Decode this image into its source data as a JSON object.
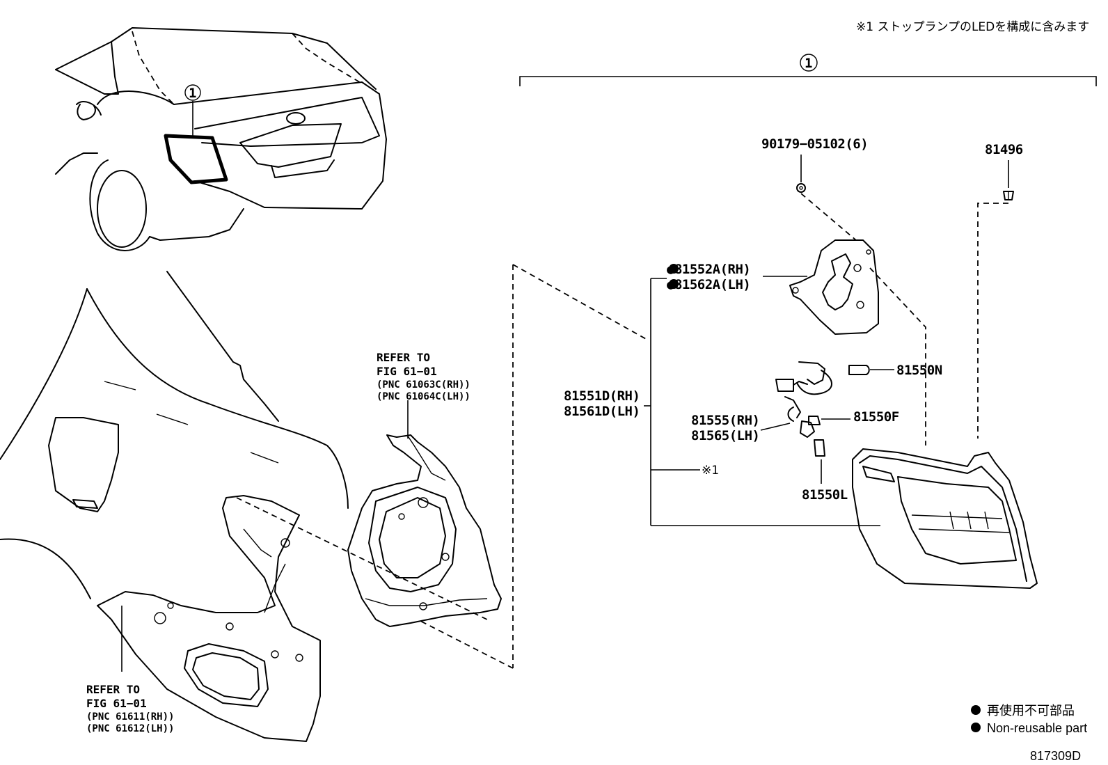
{
  "header_note": "※1 ストップランプのLEDを構成に含みます",
  "callout_mark": "1",
  "assembly_mark": "1",
  "parts": {
    "screw": "90179−05102(6)",
    "clip": "81496",
    "gasket_rh": "●81552A(RH)",
    "gasket_lh": "●81562A(LH)",
    "lamp_rh": "81551D(RH)",
    "lamp_lh": "81561D(LH)",
    "bulb_n": "81550N",
    "socket_rh": "81555(RH)",
    "socket_lh": "81565(LH)",
    "bulb_f": "81550F",
    "bulb_l": "81550L",
    "note_ref": "※1"
  },
  "refer_panel": {
    "line1": "REFER TO",
    "line2": "FIG 61−01",
    "line3": "(PNC 61063C(RH))",
    "line4": "(PNC 61064C(LH))"
  },
  "refer_quarter": {
    "line1": "REFER TO",
    "line2": "FIG 61−01",
    "line3": "(PNC 61611(RH))",
    "line4": "(PNC 61612(LH))"
  },
  "legend": {
    "jp": "再使用不可部品",
    "en": "Non-reusable part"
  },
  "figure_id": "817309D"
}
